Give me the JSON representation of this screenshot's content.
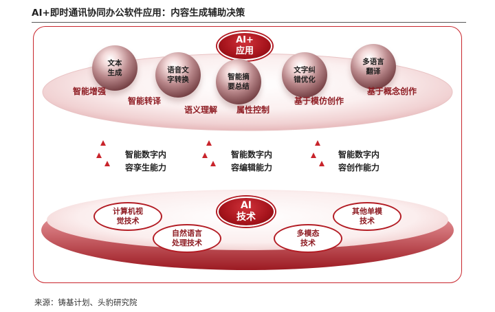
{
  "title": "AI+即时通讯协同办公软件应用：内容生成辅助决策",
  "source": "来源：铸基计划、头豹研究院",
  "application": {
    "badge_lines": [
      "AI+",
      "应用"
    ],
    "spheres": [
      {
        "lines": [
          "文本",
          "生成"
        ]
      },
      {
        "lines": [
          "语音文",
          "字转换"
        ]
      },
      {
        "lines": [
          "智能摘",
          "要总结"
        ]
      },
      {
        "lines": [
          "文字纠",
          "错优化"
        ]
      },
      {
        "lines": [
          "多语言",
          "翻译"
        ]
      }
    ],
    "labels": [
      "智能增强",
      "智能转译",
      "语义理解",
      "属性控制",
      "基于模仿创作",
      "基于概念创作"
    ]
  },
  "capabilities": [
    {
      "lines": [
        "智能数字内",
        "容孪生能力"
      ]
    },
    {
      "lines": [
        "智能数字内",
        "容编辑能力"
      ]
    },
    {
      "lines": [
        "智能数字内",
        "容创作能力"
      ]
    }
  ],
  "technology": {
    "badge_lines": [
      "AI",
      "技术"
    ],
    "ovals": [
      {
        "lines": [
          "计算机视",
          "觉技术"
        ]
      },
      {
        "lines": [
          "自然语言",
          "处理技术"
        ]
      },
      {
        "lines": [
          "多模态",
          "技术"
        ]
      },
      {
        "lines": [
          "其他单模",
          "技术"
        ]
      }
    ]
  },
  "colors": {
    "accent": "#b31c24",
    "label": "#8e1c23",
    "frame": "#c8242b"
  }
}
